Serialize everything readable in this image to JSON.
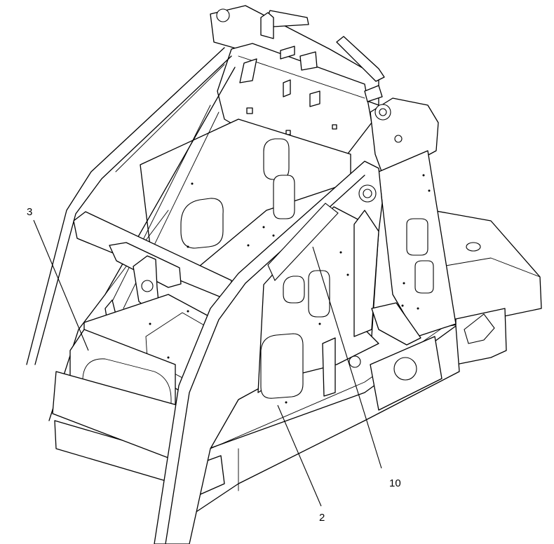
{
  "callouts": [
    {
      "id": "3",
      "label": "3"
    },
    {
      "id": "10",
      "label": "10"
    },
    {
      "id": "2",
      "label": "2"
    }
  ]
}
